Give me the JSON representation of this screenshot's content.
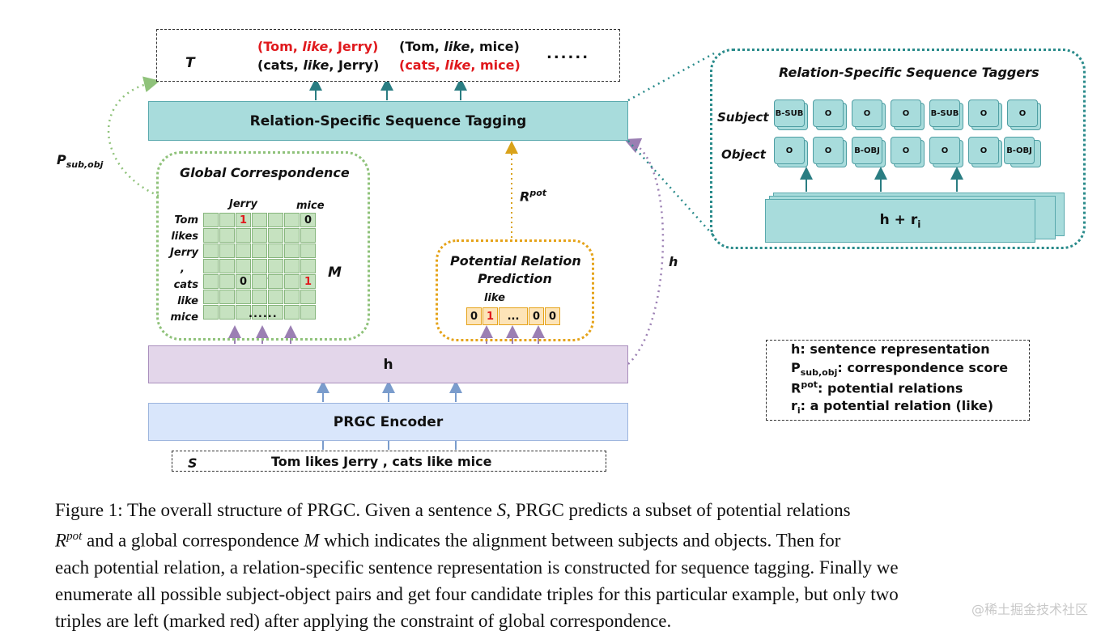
{
  "triples": {
    "t_label": "T",
    "t1": {
      "open": "(Tom, ",
      "rel": "like",
      "close": ", Jerry)"
    },
    "t2": {
      "open": "(cats, ",
      "rel": "like",
      "close": ", Jerry)"
    },
    "t3": {
      "open": "(Tom, ",
      "rel": "like",
      "close": ", mice)"
    },
    "t4": {
      "open": "(cats, ",
      "rel": "like",
      "close": ", mice)"
    },
    "ellipsis": "......"
  },
  "colors": {
    "red": "#e0191d",
    "teal": "#a8dcdc",
    "purple": "#e3d6ea",
    "blue": "#d9e6fb",
    "green": "#c6e2c0",
    "orange": "#fde4b8"
  },
  "tagging_label": "Relation-Specific Sequence Tagging",
  "psub_label": {
    "main": "P",
    "sub": "sub,obj"
  },
  "global_correspondence": {
    "title": "Global Correspondence",
    "col_jerry": "Jerry",
    "col_mice": "mice",
    "rows": [
      "Tom",
      "likes",
      "Jerry",
      ",",
      "cats",
      "like",
      "mice"
    ],
    "cell_tom_jerry": "1",
    "cell_tom_mice": "0",
    "cell_cats_jerry": "0",
    "cell_cats_mice": "1",
    "dots": "......",
    "m_label": "M"
  },
  "rpot_label": {
    "main": "R",
    "sup": "pot"
  },
  "potential": {
    "title_line1": "Potential Relation",
    "title_line2": "Prediction",
    "like_label": "like",
    "cells": [
      "0",
      "1",
      "...",
      "0",
      "0"
    ]
  },
  "h_side_label": "h",
  "h_bar_label": "h",
  "encoder_label": "PRGC Encoder",
  "sentence": {
    "s_label": "S",
    "text": "Tom likes Jerry , cats like mice"
  },
  "taggers": {
    "title": "Relation-Specific Sequence Taggers",
    "subject_label": "Subject",
    "object_label": "Object",
    "subject_tags": [
      "B-SUB",
      "O",
      "O",
      "O",
      "B-SUB",
      "O",
      "O"
    ],
    "object_tags": [
      "O",
      "O",
      "B-OBJ",
      "O",
      "O",
      "O",
      "B-OBJ"
    ],
    "hr_label": {
      "main": "h + r",
      "sub": "i"
    }
  },
  "legend": [
    {
      "key": "h",
      "sub": "",
      "sup": "",
      "text": ": sentence representation"
    },
    {
      "key": "P",
      "sub": "sub,obj",
      "sup": "",
      "text": ": correspondence score"
    },
    {
      "key": "R",
      "sub": "",
      "sup": "pot",
      "text": ": potential relations"
    },
    {
      "key": "r",
      "sub": "i",
      "sup": "",
      "text": ": a potential relation (like)"
    }
  ],
  "caption": {
    "l1a": "Figure 1:  The overall structure of PRGC. Given a sentence ",
    "l1s": "S",
    "l1b": ", PRGC predicts a subset of potential relations",
    "l2r": "R",
    "l2sup": "pot",
    "l2a": " and a global correspondence ",
    "l2m": "M",
    "l2b": " which indicates the alignment between subjects and objects.  Then for",
    "l3": "each potential relation, a relation-specific sentence representation is constructed for sequence tagging. Finally we",
    "l4": "enumerate all possible subject-object pairs and get four candidate triples for this particular example, but only two",
    "l5": "triples are left (marked red) after applying the constraint of global correspondence."
  },
  "watermark": "@稀土掘金技术社区"
}
